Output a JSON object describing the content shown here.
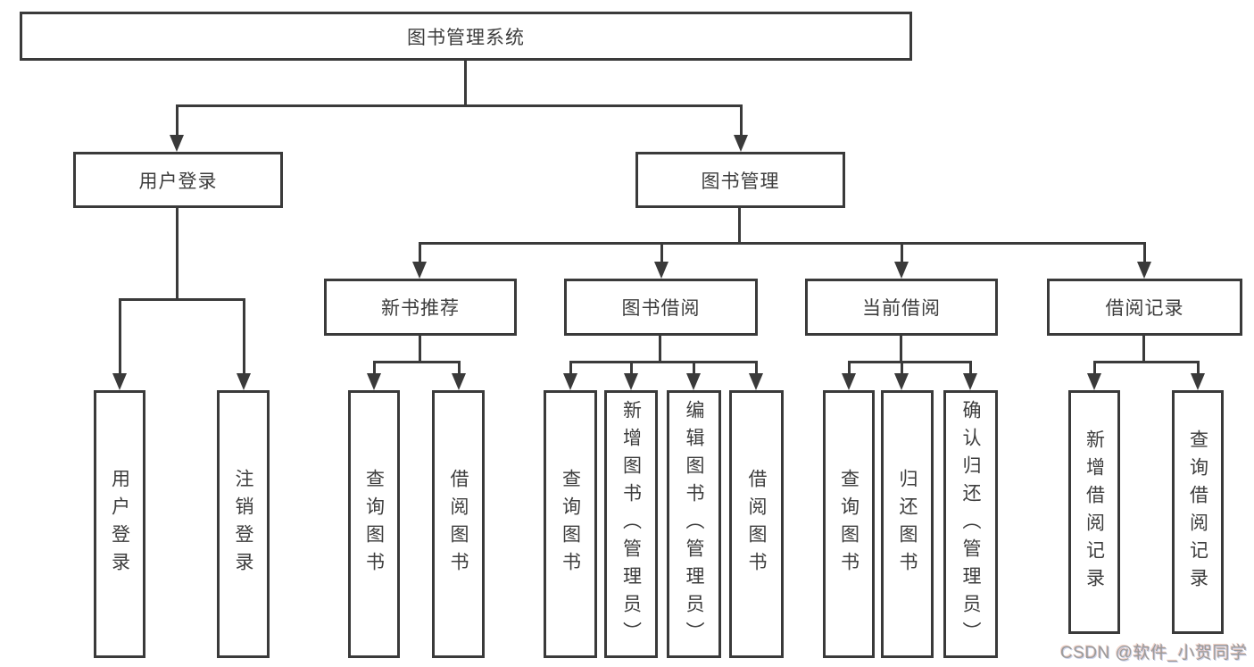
{
  "title": "图书管理系统",
  "watermark": "CSDN @软件_小贺同学",
  "colors": {
    "background": "#ffffff",
    "line": "#3a3a3a",
    "text": "#3d3d3d",
    "watermark": "#9b9b9b"
  },
  "tree": {
    "label": "图书管理系统",
    "children": [
      {
        "label": "用户登录",
        "children": [
          {
            "label": "用户登录"
          },
          {
            "label": "注销登录"
          }
        ]
      },
      {
        "label": "图书管理",
        "children": [
          {
            "label": "新书推荐",
            "children": [
              {
                "label": "查询图书"
              },
              {
                "label": "借阅图书"
              }
            ]
          },
          {
            "label": "图书借阅",
            "children": [
              {
                "label": "查询图书"
              },
              {
                "label": "新增图书（管理员）"
              },
              {
                "label": "编辑图书（管理员）"
              },
              {
                "label": "借阅图书"
              }
            ]
          },
          {
            "label": "当前借阅",
            "children": [
              {
                "label": "查询图书"
              },
              {
                "label": "归还图书"
              },
              {
                "label": "确认归还（管理员）"
              }
            ]
          },
          {
            "label": "借阅记录",
            "children": [
              {
                "label": "新增借阅记录"
              },
              {
                "label": "查询借阅记录"
              }
            ]
          }
        ]
      }
    ]
  }
}
